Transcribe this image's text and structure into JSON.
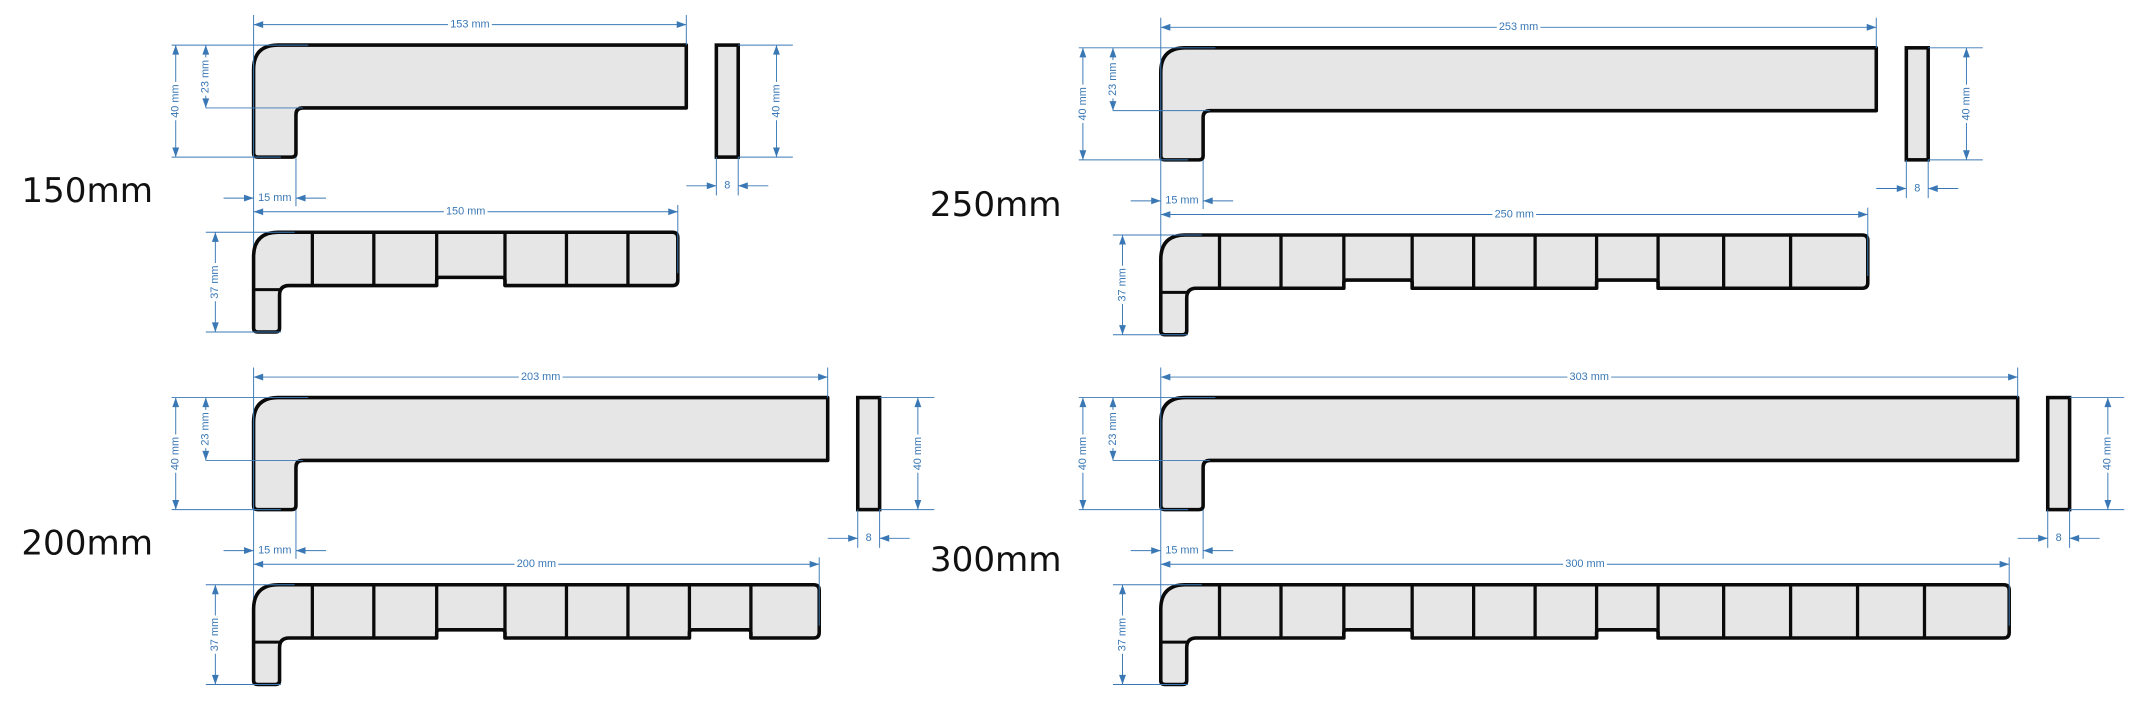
{
  "colors": {
    "dimension": "#3a78b5",
    "fill": "#e6e6e6",
    "outline": "#0a0a0a"
  },
  "panels": [
    {
      "label": "150mm",
      "outer_length": "153 mm",
      "length": "150 mm",
      "height": "40 mm",
      "top_thickness": "23 mm",
      "leg_width": "15 mm",
      "cap_height": "40 mm",
      "cap_width": "8",
      "bottom_height": "37 mm",
      "outer_mm": 153,
      "length_mm": 150
    },
    {
      "label": "250mm",
      "outer_length": "253 mm",
      "length": "250 mm",
      "height": "40 mm",
      "top_thickness": "23 mm",
      "leg_width": "15 mm",
      "cap_height": "40 mm",
      "cap_width": "8",
      "bottom_height": "37 mm",
      "outer_mm": 253,
      "length_mm": 250
    },
    {
      "label": "200mm",
      "outer_length": "203 mm",
      "length": "200 mm",
      "height": "40 mm",
      "top_thickness": "23 mm",
      "leg_width": "15 mm",
      "cap_height": "40 mm",
      "cap_width": "8",
      "bottom_height": "37 mm",
      "outer_mm": 203,
      "length_mm": 200
    },
    {
      "label": "300mm",
      "outer_length": "303 mm",
      "length": "300 mm",
      "height": "40 mm",
      "top_thickness": "23 mm",
      "leg_width": "15 mm",
      "cap_height": "40 mm",
      "cap_width": "8",
      "bottom_height": "37 mm",
      "outer_mm": 303,
      "length_mm": 300
    }
  ]
}
